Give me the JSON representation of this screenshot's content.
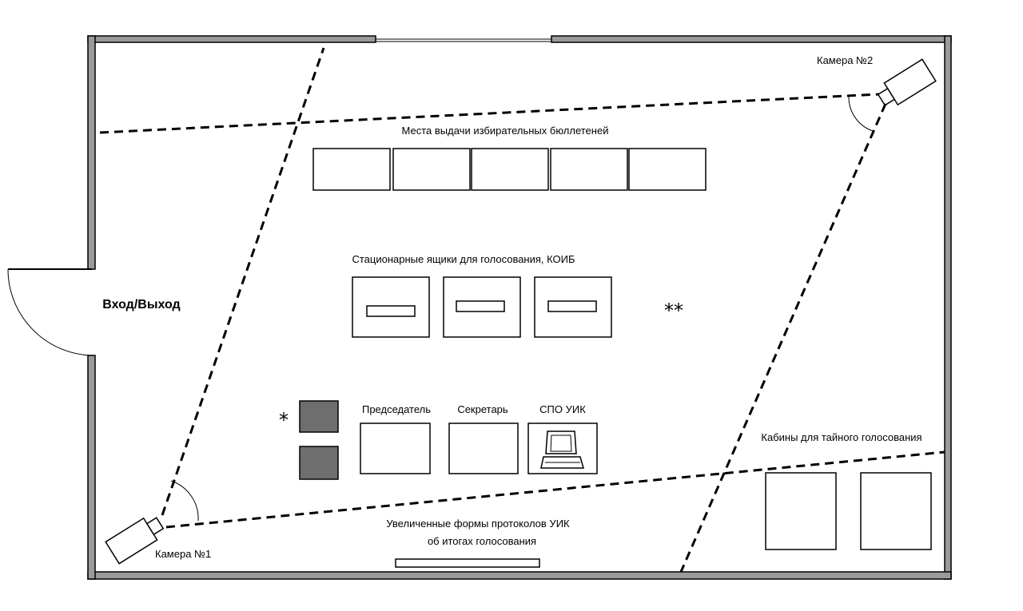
{
  "labels": {
    "ballot_places": "Места выдачи избирательных бюллетеней",
    "ballot_boxes": "Стационарные ящики для голосования, КОИБ",
    "entrance": "Вход/Выход",
    "chairman": "Председатель",
    "secretary": "Секретарь",
    "spo": "СПО УИК",
    "booths": "Кабины для тайного голосования",
    "protocols_line1": "Увеличенные   формы   протоколов  УИК",
    "protocols_line2": "об итогах  голосования",
    "camera1": "Камера  №1",
    "camera2": "Камера  №2",
    "note_single": "*",
    "note_double": "**"
  },
  "colors": {
    "wall": "#9a9a9a",
    "dark_block": "#6e6e6e",
    "line": "#000000"
  }
}
